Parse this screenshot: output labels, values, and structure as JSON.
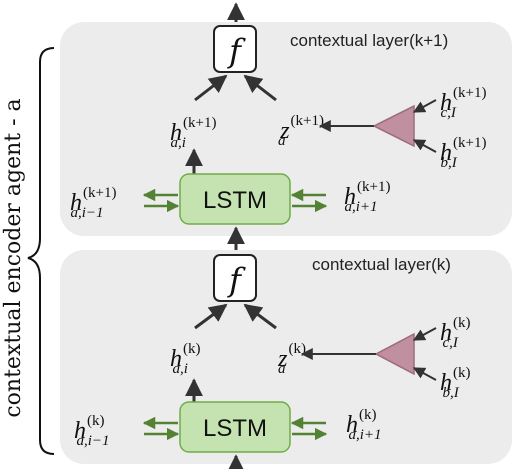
{
  "side_label": "contextual encoder agent - a",
  "layers": [
    {
      "title": "contextual layer(k+1)",
      "lstm_label": "LSTM",
      "f_label": "f",
      "h_out": {
        "base": "h",
        "sup": "(k+1)",
        "sub": "a,i"
      },
      "z": {
        "base": "z",
        "sup": "(k+1)",
        "sub": "a"
      },
      "h_c": {
        "base": "h",
        "sup": "(k+1)",
        "sub": "c,I"
      },
      "h_b": {
        "base": "h",
        "sup": "(k+1)",
        "sub": "b,I"
      },
      "h_prev": {
        "base": "h",
        "sup": "(k+1)",
        "sub": "a,i−1"
      },
      "h_next": {
        "base": "h",
        "sup": "(k+1)",
        "sub": "a,i+1"
      }
    },
    {
      "title": "contextual layer(k)",
      "lstm_label": "LSTM",
      "f_label": "f",
      "h_out": {
        "base": "h",
        "sup": "(k)",
        "sub": "a,i"
      },
      "z": {
        "base": "z",
        "sup": "(k)",
        "sub": "a"
      },
      "h_c": {
        "base": "h",
        "sup": "(k)",
        "sub": "c,I"
      },
      "h_b": {
        "base": "h",
        "sup": "(k)",
        "sub": "b,I"
      },
      "h_prev": {
        "base": "h",
        "sup": "(k)",
        "sub": "a,i−1"
      },
      "h_next": {
        "base": "h",
        "sup": "(k)",
        "sub": "a,i+1"
      }
    }
  ],
  "colors": {
    "panel": "#ececec",
    "lstm_fill": "#c5e3b0",
    "lstm_stroke": "#70ad47",
    "arrow_green": "#548235",
    "triangle_fill": "#c08fa0",
    "triangle_stroke": "#9e6b7e",
    "arrow_dark": "#333333"
  }
}
